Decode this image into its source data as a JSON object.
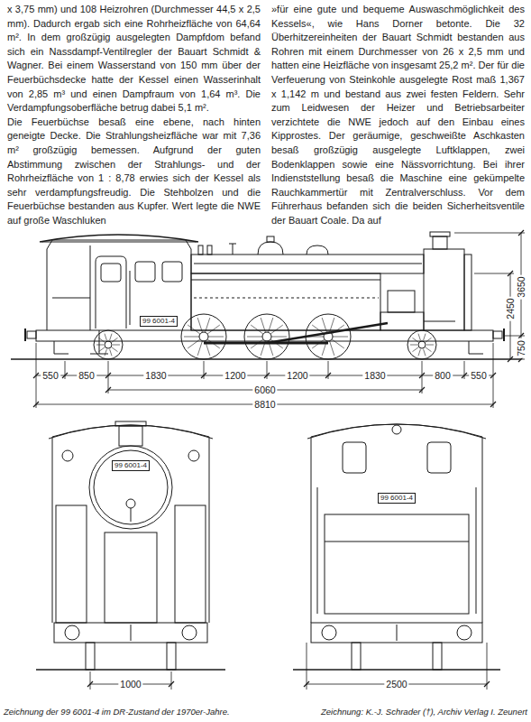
{
  "diagram": {
    "caption": "Zeichnung der 99 6001-4 im DR-Zustand der 1970er-Jahre.",
    "nodes": [
      {
        "text": [
          "99 6001-4"
        ]
      },
      {
        "text": [
          "99 6001-4"
        ]
      },
      {
        "text": [
          "99 6001-4"
        ]
      }
    ],
    "labels": [
      "x 3,75 mm) und 108 Heizrohren (Durchmesser 44,5 x 2,5 mm). Dadurch ergab sich eine Rohrheizfläche von 64,64 m². In dem großzügig ausgelegten Dampfdom befand sich ein Nassdampf-Ventilregler der Bauart Schmidt & Wagner. Bei einem Wasserstand von 150 mm über der Feuerbüchsdecke hatte der Kessel einen Wasserinhalt von 2,85 m³ und einen Dampfraum von 1,64 m³. Die Verdampfungsoberfläche betrug dabei 5,1 m².",
      "Die Feuerbüchse besaß eine ebene, nach hinten geneigte Decke. Die Strahlungsheizfläche war mit 7,36 m² großzügig bemessen. Aufgrund der guten Abstimmung zwischen der Strahlungs- und der Rohrheizfläche von 1 : 8,78 erwies sich der Kessel als sehr verdampfungsfreudig. Die Stehbolzen und die Feuerbüchse bestanden aus Kupfer. Wert legte die NWE auf große Waschluken",
      "»für eine gute und bequeme Auswaschmöglichkeit des Kessels«, wie Hans Dorner betonte. Die 32 Überhitzereinheiten der Bauart Schmidt bestanden aus Rohren mit einem Durchmesser von 26 x 2,5 mm und hatten eine Heizfläche von insgesamt 25,2 m². Der für die Verfeuerung von Steinkohle ausgelegte Rost maß 1,367 x 1,142 m und bestand aus zwei festen Feldern. Sehr zum Leidwesen der Heizer und Betriebsarbeiter verzichtete die NWE jedoch auf den Einbau eines Kipprostes. Der geräumige, geschweißte Aschkasten besaß großzügig ausgelegte Luftklappen, zwei Bodenklappen sowie eine Nässvorrichtung. Bei ihrer Indienststellung besaß die Maschine eine gekümpelte Rauchkammertür mit Zentralverschluss. Vor dem Führerhaus befanden sich die beiden Sicherheitsventile der Bauart Coale. Da auf",
      "550",
      "850",
      "1830",
      "1200",
      "1200",
      "1830",
      "800",
      "550",
      "6060",
      "8810",
      "3650",
      "2450",
      "750",
      "1000",
      "2500",
      "Zeichnung: K.-J. Schrader (†), Archiv Verlag I. Zeunert"
    ]
  }
}
